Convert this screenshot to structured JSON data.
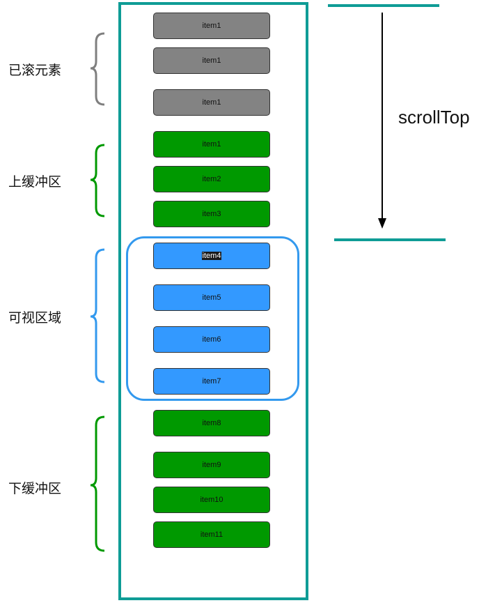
{
  "regions": {
    "scrolled": "已滚元素",
    "upper_buffer": "上缓冲区",
    "visible": "可视区域",
    "lower_buffer": "下缓冲区"
  },
  "items": {
    "scrolled": [
      "item1",
      "item1",
      "item1"
    ],
    "upper_buffer": [
      "item1",
      "item2",
      "item3"
    ],
    "visible": [
      "item4",
      "item5",
      "item6",
      "item7"
    ],
    "lower_buffer": [
      "item8",
      "item9",
      "item10",
      "item11"
    ]
  },
  "scroll_label": "scrollTop",
  "colors": {
    "scrolled": "#838383",
    "buffer": "#009900",
    "visible": "#3399ff",
    "container": "#0f9c96"
  }
}
